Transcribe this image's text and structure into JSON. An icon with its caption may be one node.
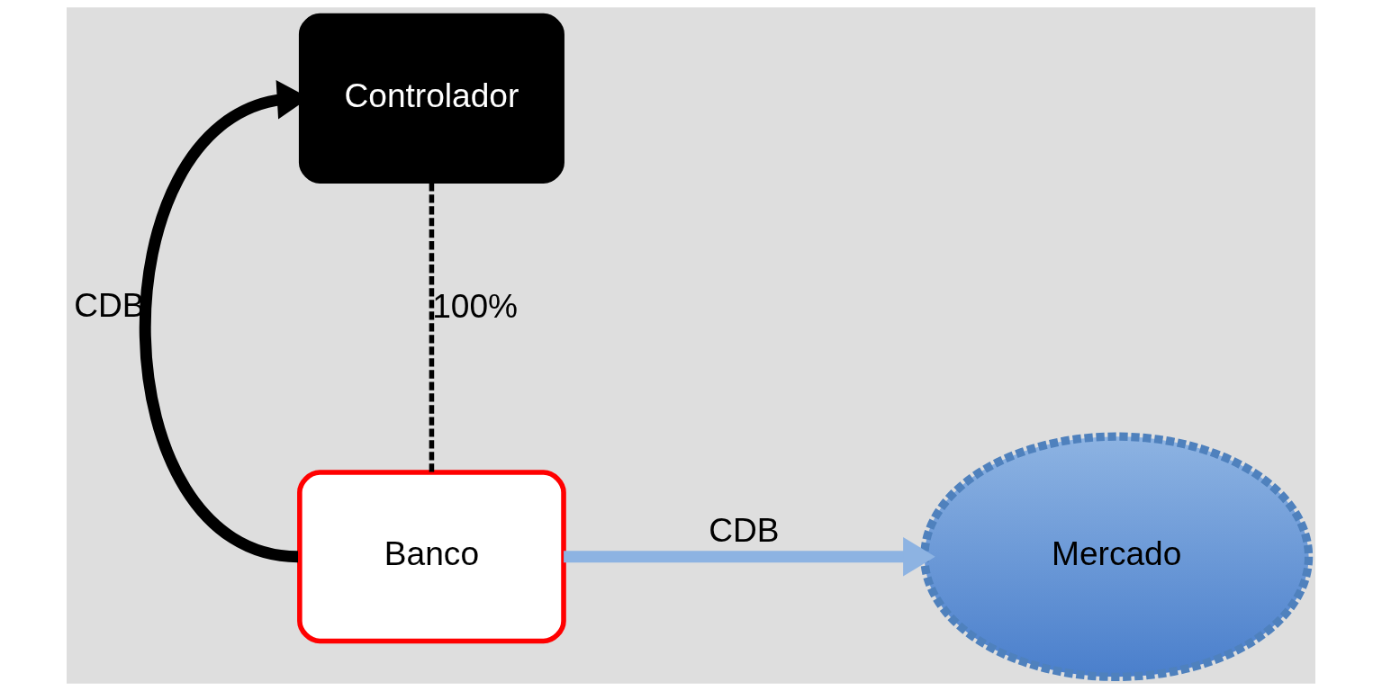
{
  "diagram": {
    "nodes": [
      {
        "text": [
          "Controlador"
        ]
      },
      {
        "text": [
          "Banco"
        ]
      },
      {
        "text": [
          "Mercado"
        ]
      }
    ],
    "edges": [
      {
        "from": 1,
        "to": 0,
        "arrow": "to",
        "label": "CDB"
      },
      {
        "from": 0,
        "to": 1,
        "arrow": "none",
        "label": "100%",
        "style": "dashed"
      },
      {
        "from": 1,
        "to": 2,
        "arrow": "to",
        "label": "CDB",
        "color": "#8db3e2"
      }
    ]
  }
}
